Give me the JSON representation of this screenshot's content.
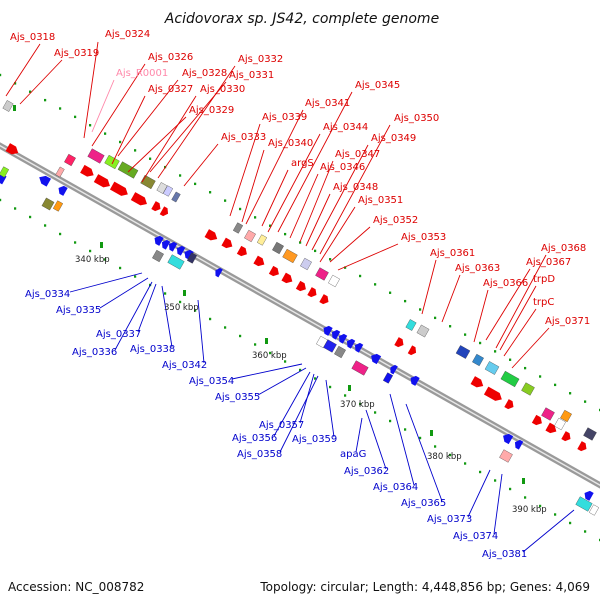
{
  "title": "Acidovorax sp. JS42, complete genome",
  "footer": {
    "accession": "Accession: NC_008782",
    "topology": "Topology: circular; Length: 4,448,856 bp; Genes: 4,069"
  },
  "colors": {
    "plus_label": "#dd0000",
    "minus_label": "#0000cc",
    "rna_label": "#ff88aa",
    "backbone": "#9a9a9a",
    "tick": "#119911"
  },
  "scale_labels": [
    "340 kbp",
    "350 kbp",
    "360 kbp",
    "370 kbp",
    "380 kbp",
    "390 kbp"
  ],
  "plus_genes": [
    "Ajs_0318",
    "Ajs_0319",
    "Ajs_0324",
    "Ajs_0326",
    "Ajs_0327",
    "Ajs_0328",
    "Ajs_0329",
    "Ajs_0330",
    "Ajs_0331",
    "Ajs_0332",
    "Ajs_0333",
    "Ajs_0339",
    "Ajs_0340",
    "Ajs_0341",
    "argS",
    "Ajs_0344",
    "Ajs_0345",
    "Ajs_0346",
    "Ajs_0347",
    "Ajs_0348",
    "Ajs_0349",
    "Ajs_0350",
    "Ajs_0351",
    "Ajs_0352",
    "Ajs_0353",
    "Ajs_0361",
    "Ajs_0363",
    "Ajs_0366",
    "Ajs_0367",
    "Ajs_0368",
    "trpD",
    "trpC",
    "Ajs_0371"
  ],
  "rna_genes": [
    "Ajs_R0001"
  ],
  "minus_genes": [
    "Ajs_0334",
    "Ajs_0335",
    "Ajs_0336",
    "Ajs_0337",
    "Ajs_0338",
    "Ajs_0342",
    "Ajs_0354",
    "Ajs_0355",
    "Ajs_0356",
    "Ajs_0357",
    "Ajs_0358",
    "Ajs_0359",
    "apaG",
    "Ajs_0362",
    "Ajs_0364",
    "Ajs_0365",
    "Ajs_0373",
    "Ajs_0374",
    "Ajs_0381"
  ]
}
